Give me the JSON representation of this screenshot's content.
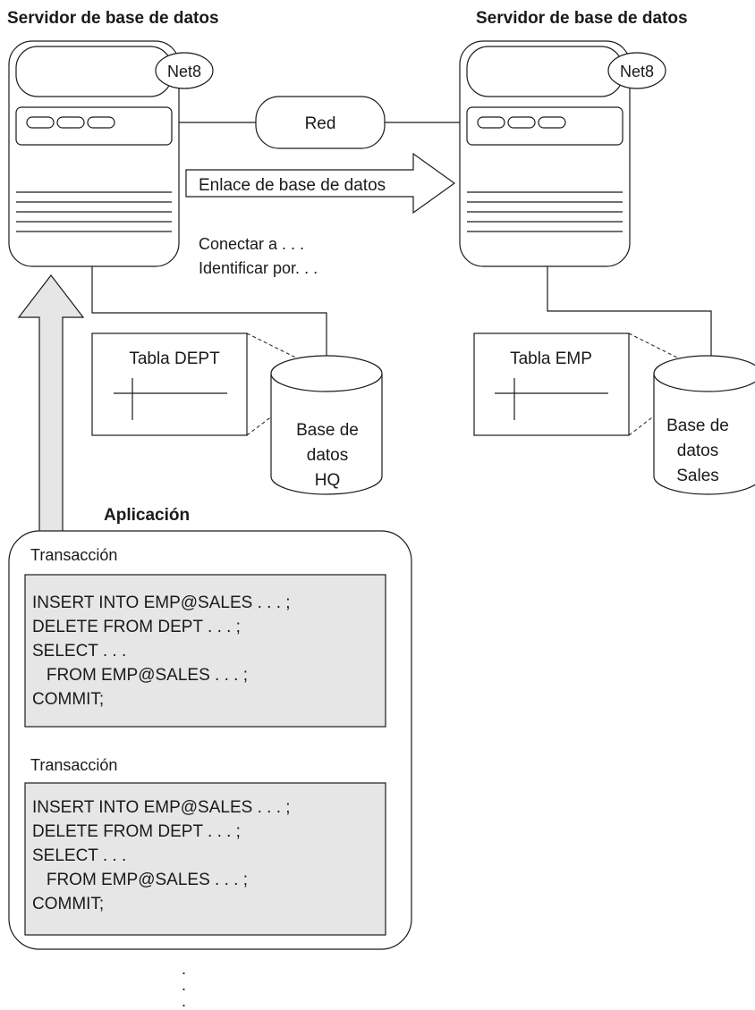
{
  "servers": {
    "left_title": "Servidor de base de datos",
    "right_title": "Servidor de base de datos",
    "left_net": "Net8",
    "right_net": "Net8"
  },
  "network": {
    "label": "Red"
  },
  "link": {
    "label": "Enlace de base de datos",
    "connect_line1": "Conectar a . . .",
    "connect_line2": "Identificar por. . ."
  },
  "hq": {
    "table_label": "Tabla DEPT",
    "db_line1": "Base de",
    "db_line2": "datos",
    "db_line3": "HQ"
  },
  "sales": {
    "table_label": "Tabla EMP",
    "db_line1": "Base de",
    "db_line2": "datos",
    "db_line3": "Sales"
  },
  "application": {
    "label": "Aplicación",
    "transactions": [
      {
        "title": "Transacción",
        "lines": [
          "INSERT INTO EMP@SALES . . . ;",
          "DELETE FROM DEPT . . . ;",
          "SELECT . . .",
          "   FROM EMP@SALES . . . ;",
          "COMMIT;"
        ]
      },
      {
        "title": "Transacción",
        "lines": [
          "INSERT INTO EMP@SALES . . . ;",
          "DELETE FROM DEPT . . . ;",
          "SELECT . . .",
          "   FROM EMP@SALES . . . ;",
          "COMMIT;"
        ]
      }
    ],
    "continuation": [
      ".",
      ".",
      "."
    ]
  }
}
